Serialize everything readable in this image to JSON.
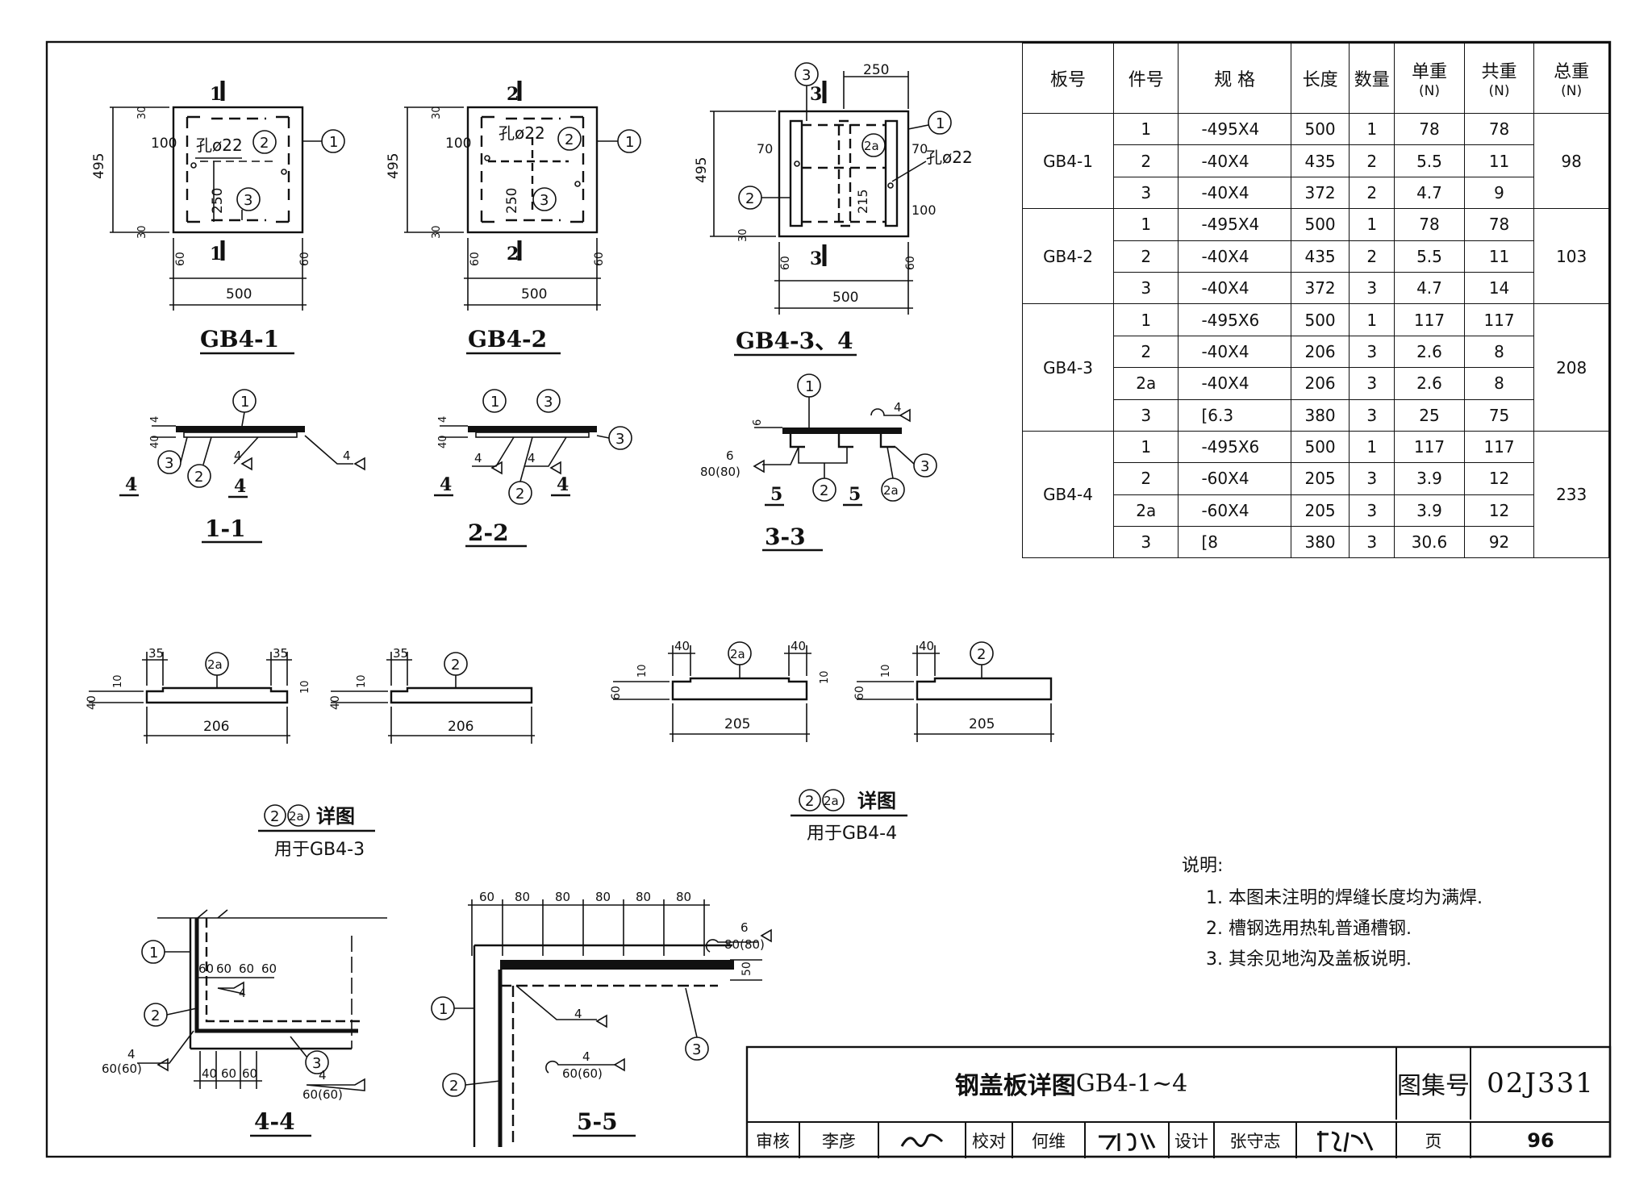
{
  "views": {
    "gb41_title": "GB4-1",
    "gb42_title": "GB4-2",
    "gb434_title": "GB4-3、4",
    "sec11": "1-1",
    "sec22": "2-2",
    "sec33": "3-3",
    "sec44": "4-4",
    "sec55": "5-5",
    "cut1": "1",
    "cut2": "2",
    "cut3": "3",
    "mark4": "4",
    "mark5": "5",
    "hole": "孔ø22",
    "dim_500": "500",
    "dim_495": "495",
    "dim_250": "250",
    "dim_100": "100",
    "dim_60": "60",
    "dim_30": "30",
    "dim_70": "70",
    "dim_215": "215",
    "dim_6": "6",
    "dim_4": "4",
    "dim_weld_80": "80(80)",
    "dim_weld_60": "60(60)",
    "dim_40": "40",
    "dim_10": "10",
    "dim_35": "35",
    "dim_206": "206",
    "dim_205": "205",
    "dim_80": "80",
    "dim_50": "50",
    "bubble_1": "1",
    "bubble_2": "2",
    "bubble_2a": "2a",
    "bubble_3": "3",
    "detail_title": "详图",
    "detail_use_gb43": "用于GB4-3",
    "detail_use_gb44": "用于GB4-4"
  },
  "table": {
    "headers": [
      {
        "main": "板号",
        "sub": ""
      },
      {
        "main": "件号",
        "sub": ""
      },
      {
        "main": "规 格",
        "sub": ""
      },
      {
        "main": "长度",
        "sub": ""
      },
      {
        "main": "数量",
        "sub": ""
      },
      {
        "main": "单重",
        "sub": "(N)"
      },
      {
        "main": "共重",
        "sub": "(N)"
      },
      {
        "main": "总重",
        "sub": "(N)"
      }
    ],
    "groups": [
      {
        "board": "GB4-1",
        "total": "98",
        "rows": [
          [
            "1",
            "-495X4",
            "500",
            "1",
            "78",
            "78"
          ],
          [
            "2",
            "-40X4",
            "435",
            "2",
            "5.5",
            "11"
          ],
          [
            "3",
            "-40X4",
            "372",
            "2",
            "4.7",
            "9"
          ]
        ]
      },
      {
        "board": "GB4-2",
        "total": "103",
        "rows": [
          [
            "1",
            "-495X4",
            "500",
            "1",
            "78",
            "78"
          ],
          [
            "2",
            "-40X4",
            "435",
            "2",
            "5.5",
            "11"
          ],
          [
            "3",
            "-40X4",
            "372",
            "3",
            "4.7",
            "14"
          ]
        ]
      },
      {
        "board": "GB4-3",
        "total": "208",
        "rows": [
          [
            "1",
            "-495X6",
            "500",
            "1",
            "117",
            "117"
          ],
          [
            "2",
            "-40X4",
            "206",
            "3",
            "2.6",
            "8"
          ],
          [
            "2a",
            "-40X4",
            "206",
            "3",
            "2.6",
            "8"
          ],
          [
            "3",
            "[6.3",
            "380",
            "3",
            "25",
            "75"
          ]
        ]
      },
      {
        "board": "GB4-4",
        "total": "233",
        "rows": [
          [
            "1",
            "-495X6",
            "500",
            "1",
            "117",
            "117"
          ],
          [
            "2",
            "-60X4",
            "205",
            "3",
            "3.9",
            "12"
          ],
          [
            "2a",
            "-60X4",
            "205",
            "3",
            "3.9",
            "12"
          ],
          [
            "3",
            "[8",
            "380",
            "3",
            "30.6",
            "92"
          ]
        ]
      }
    ]
  },
  "notes": {
    "title": "说明:",
    "items": [
      "1. 本图未注明的焊缝长度均为满焊.",
      "2. 槽钢选用热轧普通槽钢.",
      "3. 其余见地沟及盖板说明."
    ]
  },
  "title_block": {
    "title_bold": "钢盖板详图",
    "title_code": "GB4-1~4",
    "atlas_label": "图集号",
    "atlas_no": "02J331",
    "review_label": "审核",
    "review_name": "李彦",
    "check_label": "校对",
    "check_name": "何维",
    "design_label": "设计",
    "design_name": "张守志",
    "page_label": "页",
    "page_no": "96"
  }
}
